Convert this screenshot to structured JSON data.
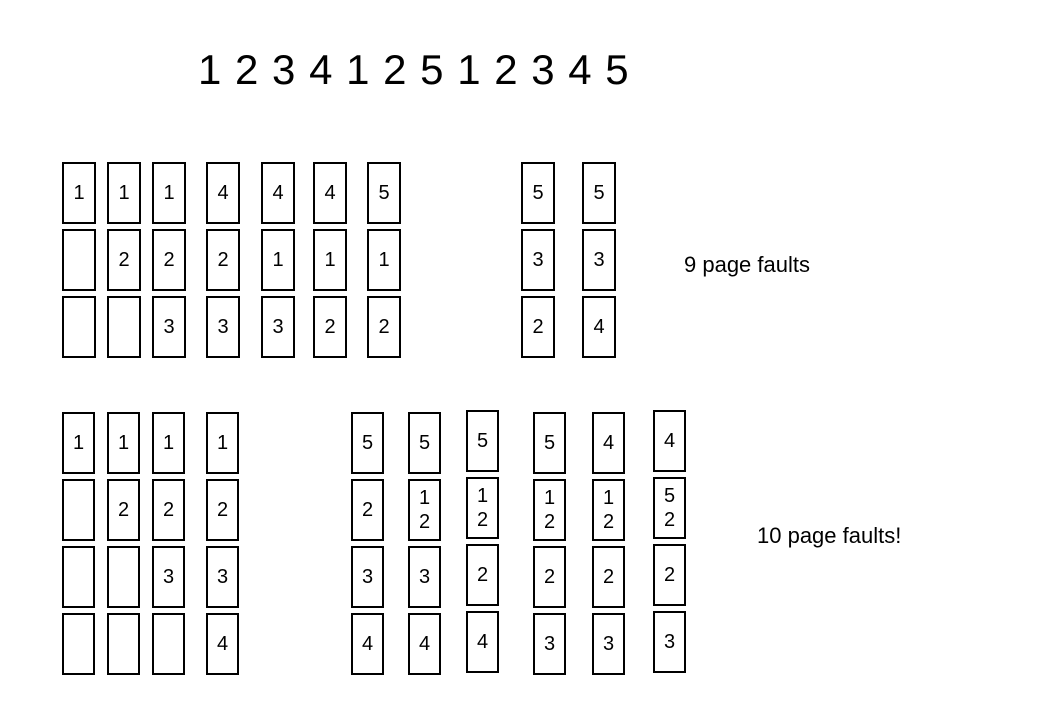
{
  "reference_string": "1 2 3 4 1 2 5 1 2 3 4 5",
  "three_frames": {
    "columns": [
      [
        "1",
        "",
        ""
      ],
      [
        "1",
        "2",
        ""
      ],
      [
        "1",
        "2",
        "3"
      ],
      [
        "4",
        "2",
        "3"
      ],
      [
        "4",
        "1",
        "3"
      ],
      [
        "4",
        "1",
        "2"
      ],
      [
        "5",
        "1",
        "2"
      ],
      [
        "5",
        "3",
        "2"
      ],
      [
        "5",
        "3",
        "4"
      ]
    ],
    "label": "9 page faults"
  },
  "four_frames": {
    "columns": [
      [
        "1",
        "",
        "",
        ""
      ],
      [
        "1",
        "2",
        "",
        ""
      ],
      [
        "1",
        "2",
        "3",
        ""
      ],
      [
        "1",
        "2",
        "3",
        "4"
      ],
      [
        "5",
        "2",
        "3",
        "4"
      ],
      [
        "5",
        "1\n2",
        "3",
        "4"
      ],
      [
        "5",
        "1\n2",
        "2",
        "4"
      ],
      [
        "5",
        "1\n2",
        "2",
        "3"
      ],
      [
        "4",
        "1\n2",
        "2",
        "3"
      ],
      [
        "4",
        "5\n2",
        "2",
        "3"
      ]
    ],
    "label": "10 page faults!"
  }
}
